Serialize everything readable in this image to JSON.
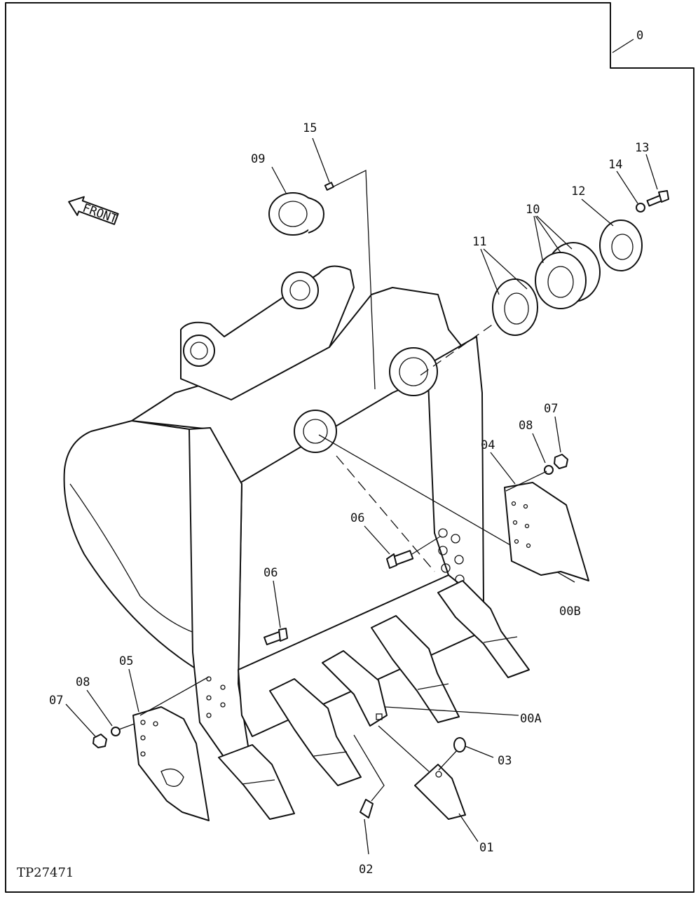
{
  "figure_code": "TP27471",
  "front_arrow_label": "FRONT",
  "callouts": {
    "c0": "0",
    "c15": "15",
    "c09": "09",
    "c13": "13",
    "c14": "14",
    "c12": "12",
    "c10": "10",
    "c11": "11",
    "c07a": "07",
    "c08a": "08",
    "c04": "04",
    "c06a": "06",
    "c06b": "06",
    "c00B": "00B",
    "c05": "05",
    "c08b": "08",
    "c07b": "07",
    "c00A": "00A",
    "c03": "03",
    "c01": "01",
    "c02": "02"
  }
}
